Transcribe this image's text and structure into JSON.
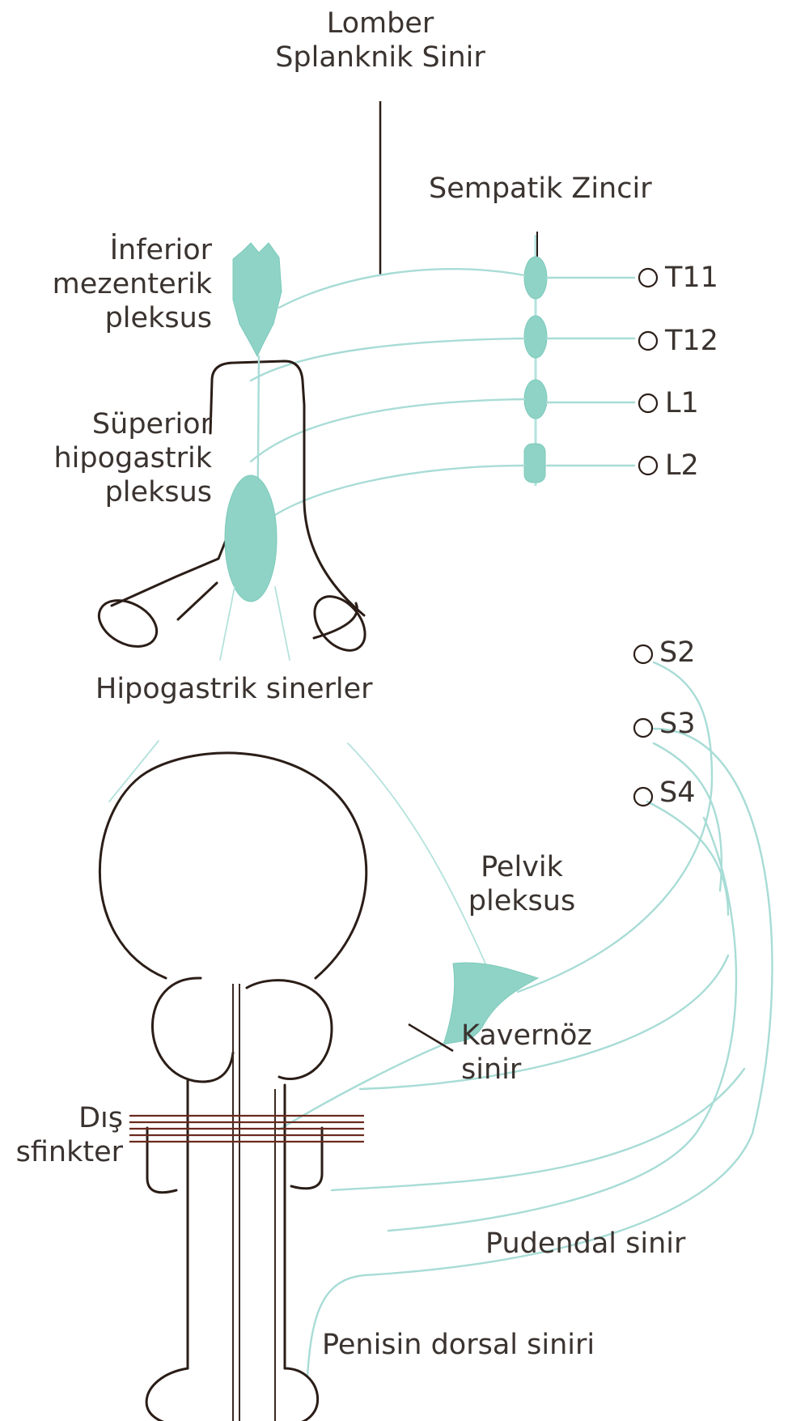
{
  "labels": {
    "lumbar_splanchnic": [
      "Lomber",
      "Splanknik Sinir"
    ],
    "sympathetic_chain": "Sempatik Zincir",
    "inferior_mesenteric": [
      "İnferior",
      "mezenterik",
      "pleksus"
    ],
    "superior_hypogastric": [
      "Süperior",
      "hipogastrik",
      "pleksus"
    ],
    "hypogastric_nerves": "Hipogastrik sinerler",
    "pelvic_plexus": [
      "Pelvik",
      "pleksus"
    ],
    "cavernous_nerve": [
      "Kavernöz",
      "sinir"
    ],
    "external_sphincter": [
      "Dış",
      "sfinkter"
    ],
    "pudendal_nerve": "Pudendal sinir",
    "dorsal_nerve": "Penisin dorsal siniri"
  },
  "segments": {
    "thoracolumbar": [
      "T11",
      "T12",
      "L1",
      "L2"
    ],
    "sacral": [
      "S2",
      "S3",
      "S4"
    ]
  },
  "colors": {
    "nerve": "#a8dcd6",
    "ganglion": "#8fd3c6",
    "outline": "#2b1d17",
    "text": "#3a332f",
    "sphincter": "#6b2a1f"
  }
}
